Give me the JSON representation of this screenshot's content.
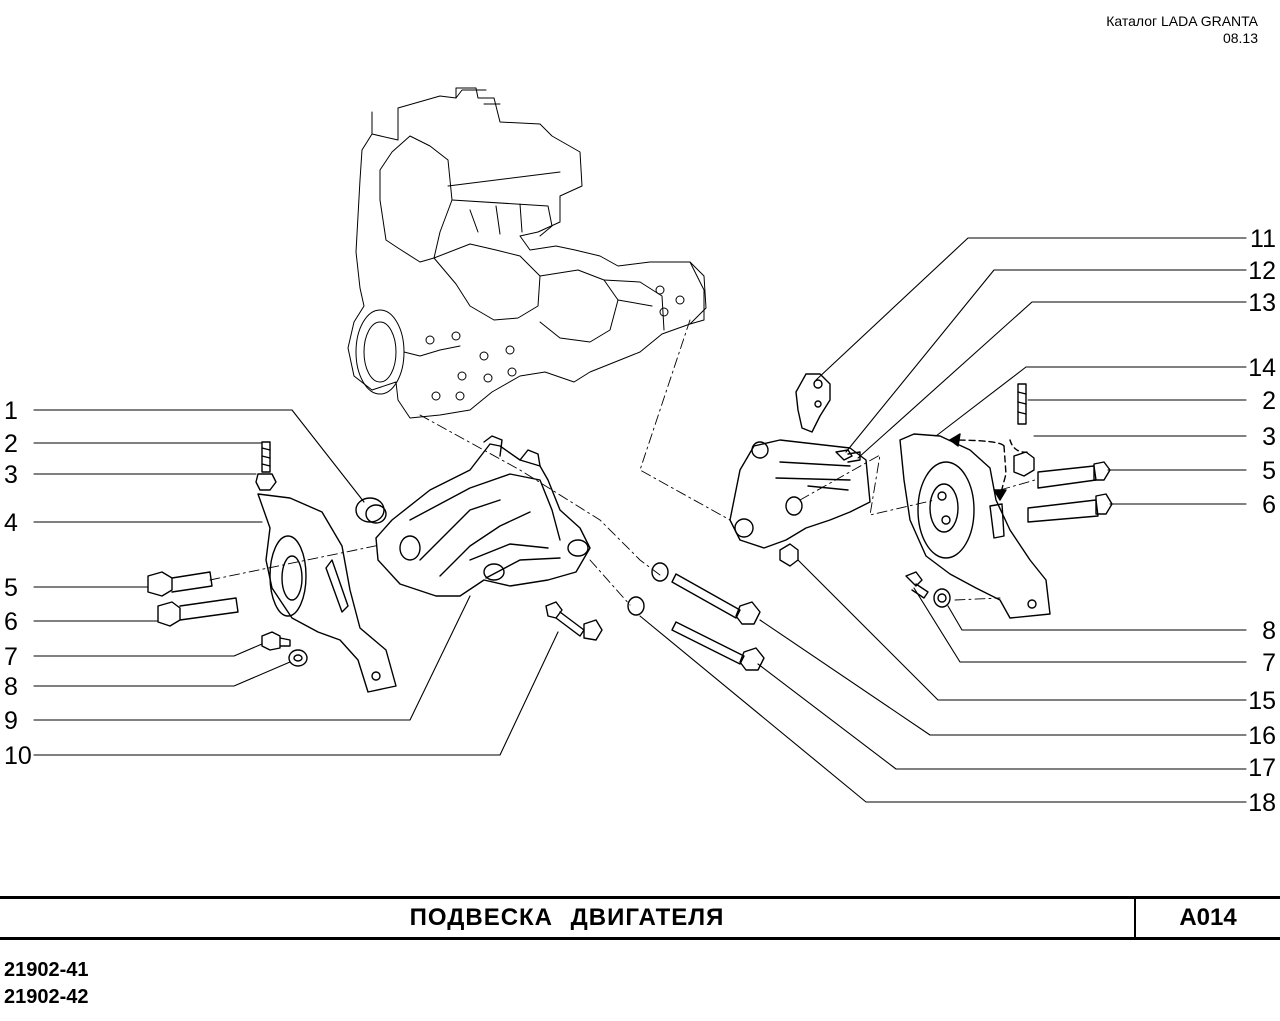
{
  "header": {
    "catalog": "Каталог  LADA  GRANTA",
    "date": "08.13"
  },
  "title": "ПОДВЕСКА  ДВИГАТЕЛЯ",
  "page_code": "A014",
  "models": [
    "21902-41",
    "21902-42"
  ],
  "callouts_left": [
    "1",
    "2",
    "3",
    "4",
    "5",
    "6",
    "7",
    "8",
    "9",
    "10"
  ],
  "callouts_right": [
    "11",
    "12",
    "13",
    "14",
    "2",
    "3",
    "5",
    "6",
    "8",
    "7",
    "15",
    "16",
    "17",
    "18"
  ]
}
